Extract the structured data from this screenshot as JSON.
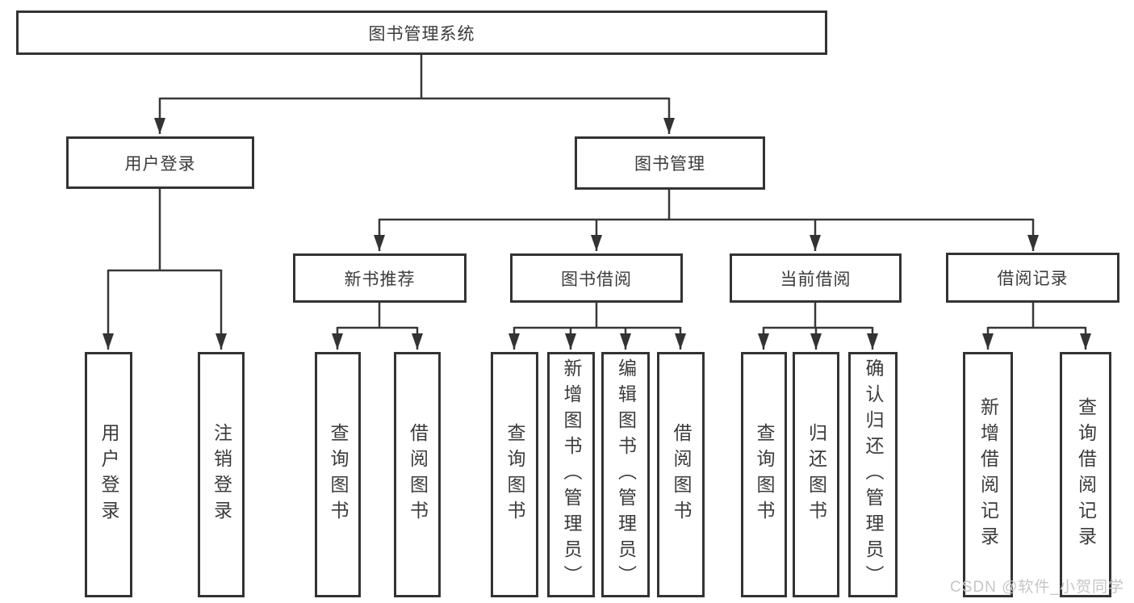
{
  "tree": {
    "root": {
      "label": "图书管理系统"
    },
    "branches": [
      {
        "label": "用户登录",
        "children": [
          {
            "label": "用户登录"
          },
          {
            "label": "注销登录"
          }
        ]
      },
      {
        "label": "图书管理",
        "children": [
          {
            "label": "新书推荐",
            "children": [
              {
                "label": "查询图书"
              },
              {
                "label": "借阅图书"
              }
            ]
          },
          {
            "label": "图书借阅",
            "children": [
              {
                "label": "查询图书"
              },
              {
                "label": "新增图书（管理员）"
              },
              {
                "label": "编辑图书（管理员）"
              },
              {
                "label": "借阅图书"
              }
            ]
          },
          {
            "label": "当前借阅",
            "children": [
              {
                "label": "查询图书"
              },
              {
                "label": "归还图书"
              },
              {
                "label": "确认归还（管理员）"
              }
            ]
          },
          {
            "label": "借阅记录",
            "children": [
              {
                "label": "新增借阅记录"
              },
              {
                "label": "查询借阅记录"
              }
            ]
          }
        ]
      }
    ]
  },
  "watermark": {
    "text": "CSDN @软件_小贺同学"
  },
  "colors": {
    "line": "#383838",
    "box_border": "#333333",
    "box_fill": "#ffffff",
    "text": "#3b3b3b",
    "watermark": "#c6c6c6",
    "background": "#ffffff"
  }
}
